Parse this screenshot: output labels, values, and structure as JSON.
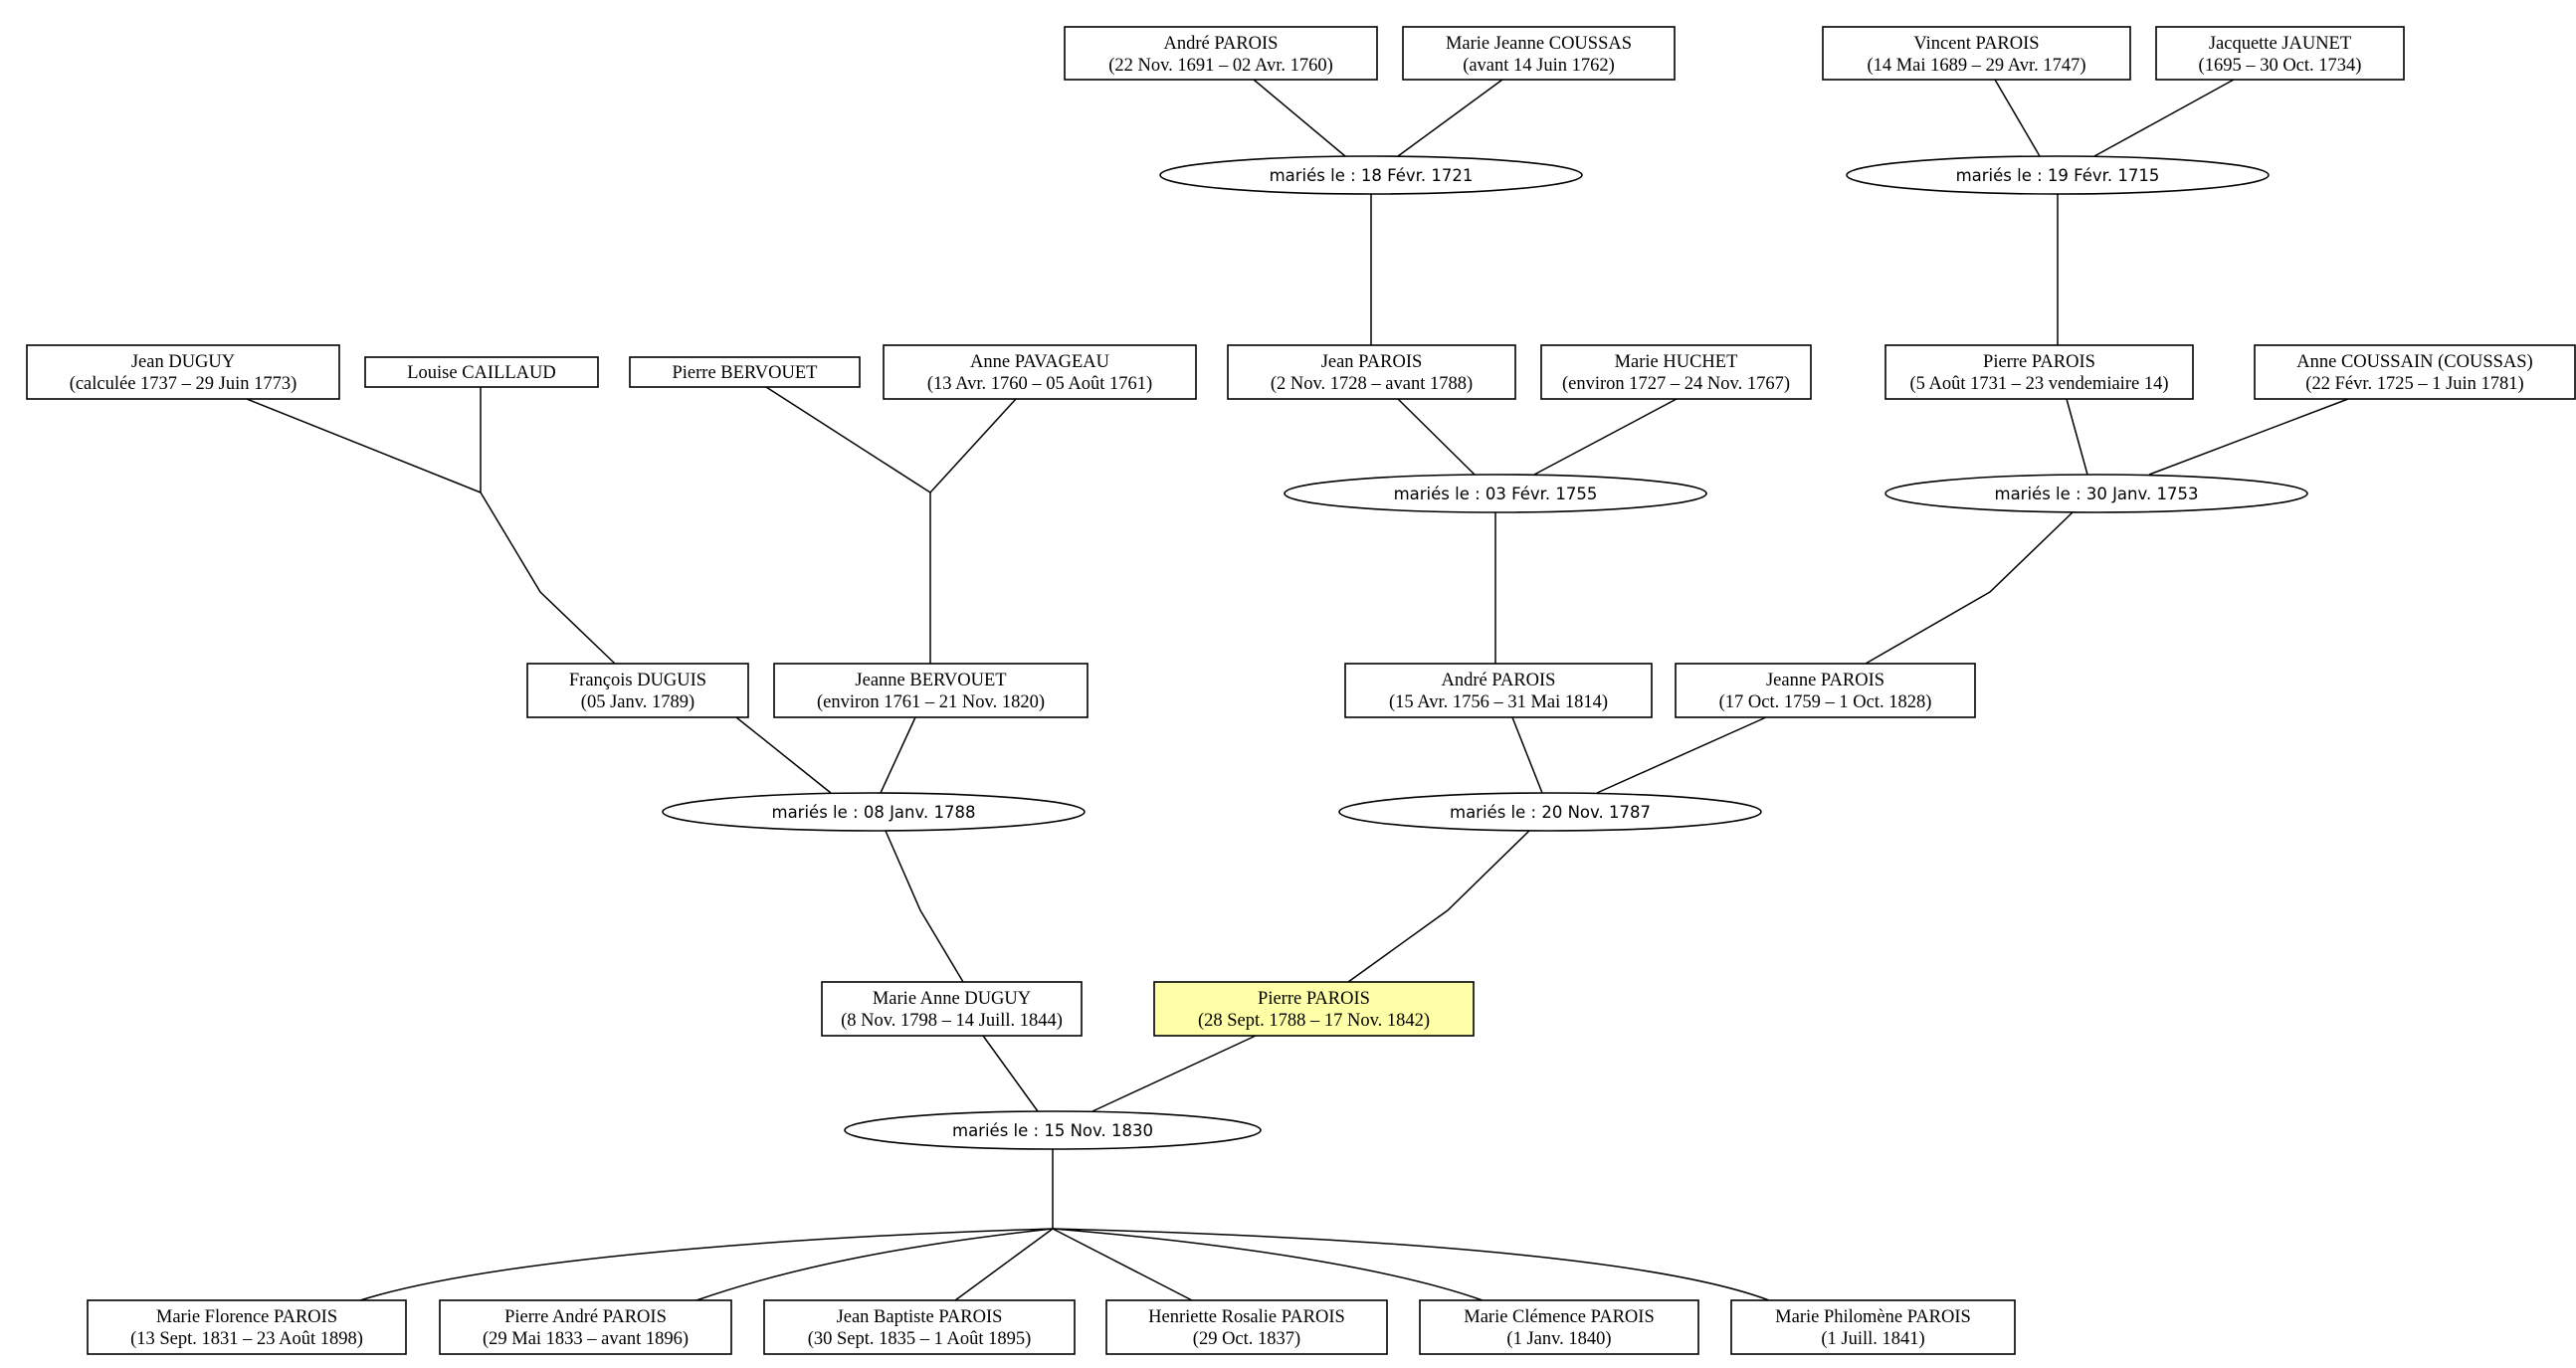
{
  "persons": [
    {
      "id": "andre_1691",
      "name": "André PAROIS",
      "dates": "(22 Nov. 1691 – 02 Avr. 1760)"
    },
    {
      "id": "marie_jeanne",
      "name": "Marie Jeanne COUSSAS",
      "dates": "(avant 14 Juin 1762)"
    },
    {
      "id": "vincent",
      "name": "Vincent PAROIS",
      "dates": "(14 Mai 1689 – 29 Avr. 1747)"
    },
    {
      "id": "jacquette",
      "name": "Jacquette JAUNET",
      "dates": "(1695 – 30 Oct. 1734)"
    },
    {
      "id": "jean_duguy",
      "name": "Jean DUGUY",
      "dates": "(calculée 1737 – 29 Juin 1773)"
    },
    {
      "id": "louise",
      "name": "Louise CAILLAUD",
      "dates": ""
    },
    {
      "id": "pierre_bervouet",
      "name": "Pierre BERVOUET",
      "dates": ""
    },
    {
      "id": "anne_pavageau",
      "name": "Anne PAVAGEAU",
      "dates": "(13 Avr. 1760 – 05 Août 1761)"
    },
    {
      "id": "jean_parois",
      "name": "Jean PAROIS",
      "dates": "(2 Nov. 1728 – avant 1788)"
    },
    {
      "id": "marie_huchet",
      "name": "Marie HUCHET",
      "dates": "(environ 1727 – 24 Nov. 1767)"
    },
    {
      "id": "pierre_1731",
      "name": "Pierre PAROIS",
      "dates": "(5 Août 1731 – 23 vendemiaire 14)"
    },
    {
      "id": "anne_coussain",
      "name": "Anne COUSSAIN (COUSSAS)",
      "dates": "(22 Févr. 1725 – 1 Juin 1781)"
    },
    {
      "id": "francois",
      "name": "François DUGUIS",
      "dates": "(05 Janv. 1789)"
    },
    {
      "id": "jeanne_bervouet",
      "name": "Jeanne BERVOUET",
      "dates": "(environ 1761 – 21 Nov. 1820)"
    },
    {
      "id": "andre_1756",
      "name": "André PAROIS",
      "dates": "(15 Avr. 1756 – 31 Mai 1814)"
    },
    {
      "id": "jeanne_parois",
      "name": "Jeanne PAROIS",
      "dates": "(17 Oct. 1759 – 1 Oct. 1828)"
    },
    {
      "id": "marie_anne",
      "name": "Marie Anne DUGUY",
      "dates": "(8 Nov. 1798 – 14 Juill. 1844)"
    },
    {
      "id": "pierre_1788",
      "name": "Pierre PAROIS",
      "dates": "(28 Sept. 1788 – 17 Nov. 1842)",
      "focus": true
    },
    {
      "id": "marie_florence",
      "name": "Marie Florence PAROIS",
      "dates": "(13 Sept. 1831 – 23 Août 1898)"
    },
    {
      "id": "pierre_andre",
      "name": "Pierre André PAROIS",
      "dates": "(29 Mai 1833 – avant 1896)"
    },
    {
      "id": "jean_baptiste",
      "name": "Jean Baptiste PAROIS",
      "dates": "(30 Sept. 1835 – 1 Août 1895)"
    },
    {
      "id": "henriette",
      "name": "Henriette Rosalie PAROIS",
      "dates": "(29 Oct. 1837)"
    },
    {
      "id": "marie_clemence",
      "name": "Marie Clémence PAROIS",
      "dates": "(1 Janv. 1840)"
    },
    {
      "id": "marie_philomene",
      "name": "Marie Philomène PAROIS",
      "dates": "(1 Juill. 1841)"
    }
  ],
  "unions": [
    {
      "id": "u1721",
      "label": "mariés le : 18 Févr. 1721",
      "partners": [
        "andre_1691",
        "marie_jeanne"
      ],
      "children": [
        "jean_parois"
      ]
    },
    {
      "id": "u1715",
      "label": "mariés le : 19 Févr. 1715",
      "partners": [
        "vincent",
        "jacquette"
      ],
      "children": [
        "pierre_1731"
      ]
    },
    {
      "id": "u1755",
      "label": "mariés le : 03 Févr. 1755",
      "partners": [
        "jean_parois",
        "marie_huchet"
      ],
      "children": [
        "andre_1756"
      ]
    },
    {
      "id": "u1753",
      "label": "mariés le : 30 Janv. 1753",
      "partners": [
        "pierre_1731",
        "anne_coussain"
      ],
      "children": [
        "jeanne_parois"
      ]
    },
    {
      "id": "u1788",
      "label": "mariés le : 08 Janv. 1788",
      "partners": [
        "francois",
        "jeanne_bervouet"
      ],
      "children": [
        "marie_anne"
      ]
    },
    {
      "id": "u1787",
      "label": "mariés le : 20 Nov. 1787",
      "partners": [
        "andre_1756",
        "jeanne_parois"
      ],
      "children": [
        "pierre_1788"
      ]
    },
    {
      "id": "u1830",
      "label": "mariés le : 15 Nov. 1830",
      "partners": [
        "marie_anne",
        "pierre_1788"
      ],
      "children": [
        "marie_florence",
        "pierre_andre",
        "jean_baptiste",
        "henriette",
        "marie_clemence",
        "marie_philomene"
      ]
    }
  ],
  "parent_links": [
    {
      "parents": [
        "jean_duguy",
        "louise"
      ],
      "children": [
        "francois"
      ]
    },
    {
      "parents": [
        "pierre_bervouet",
        "anne_pavageau"
      ],
      "children": [
        "jeanne_bervouet"
      ]
    }
  ]
}
